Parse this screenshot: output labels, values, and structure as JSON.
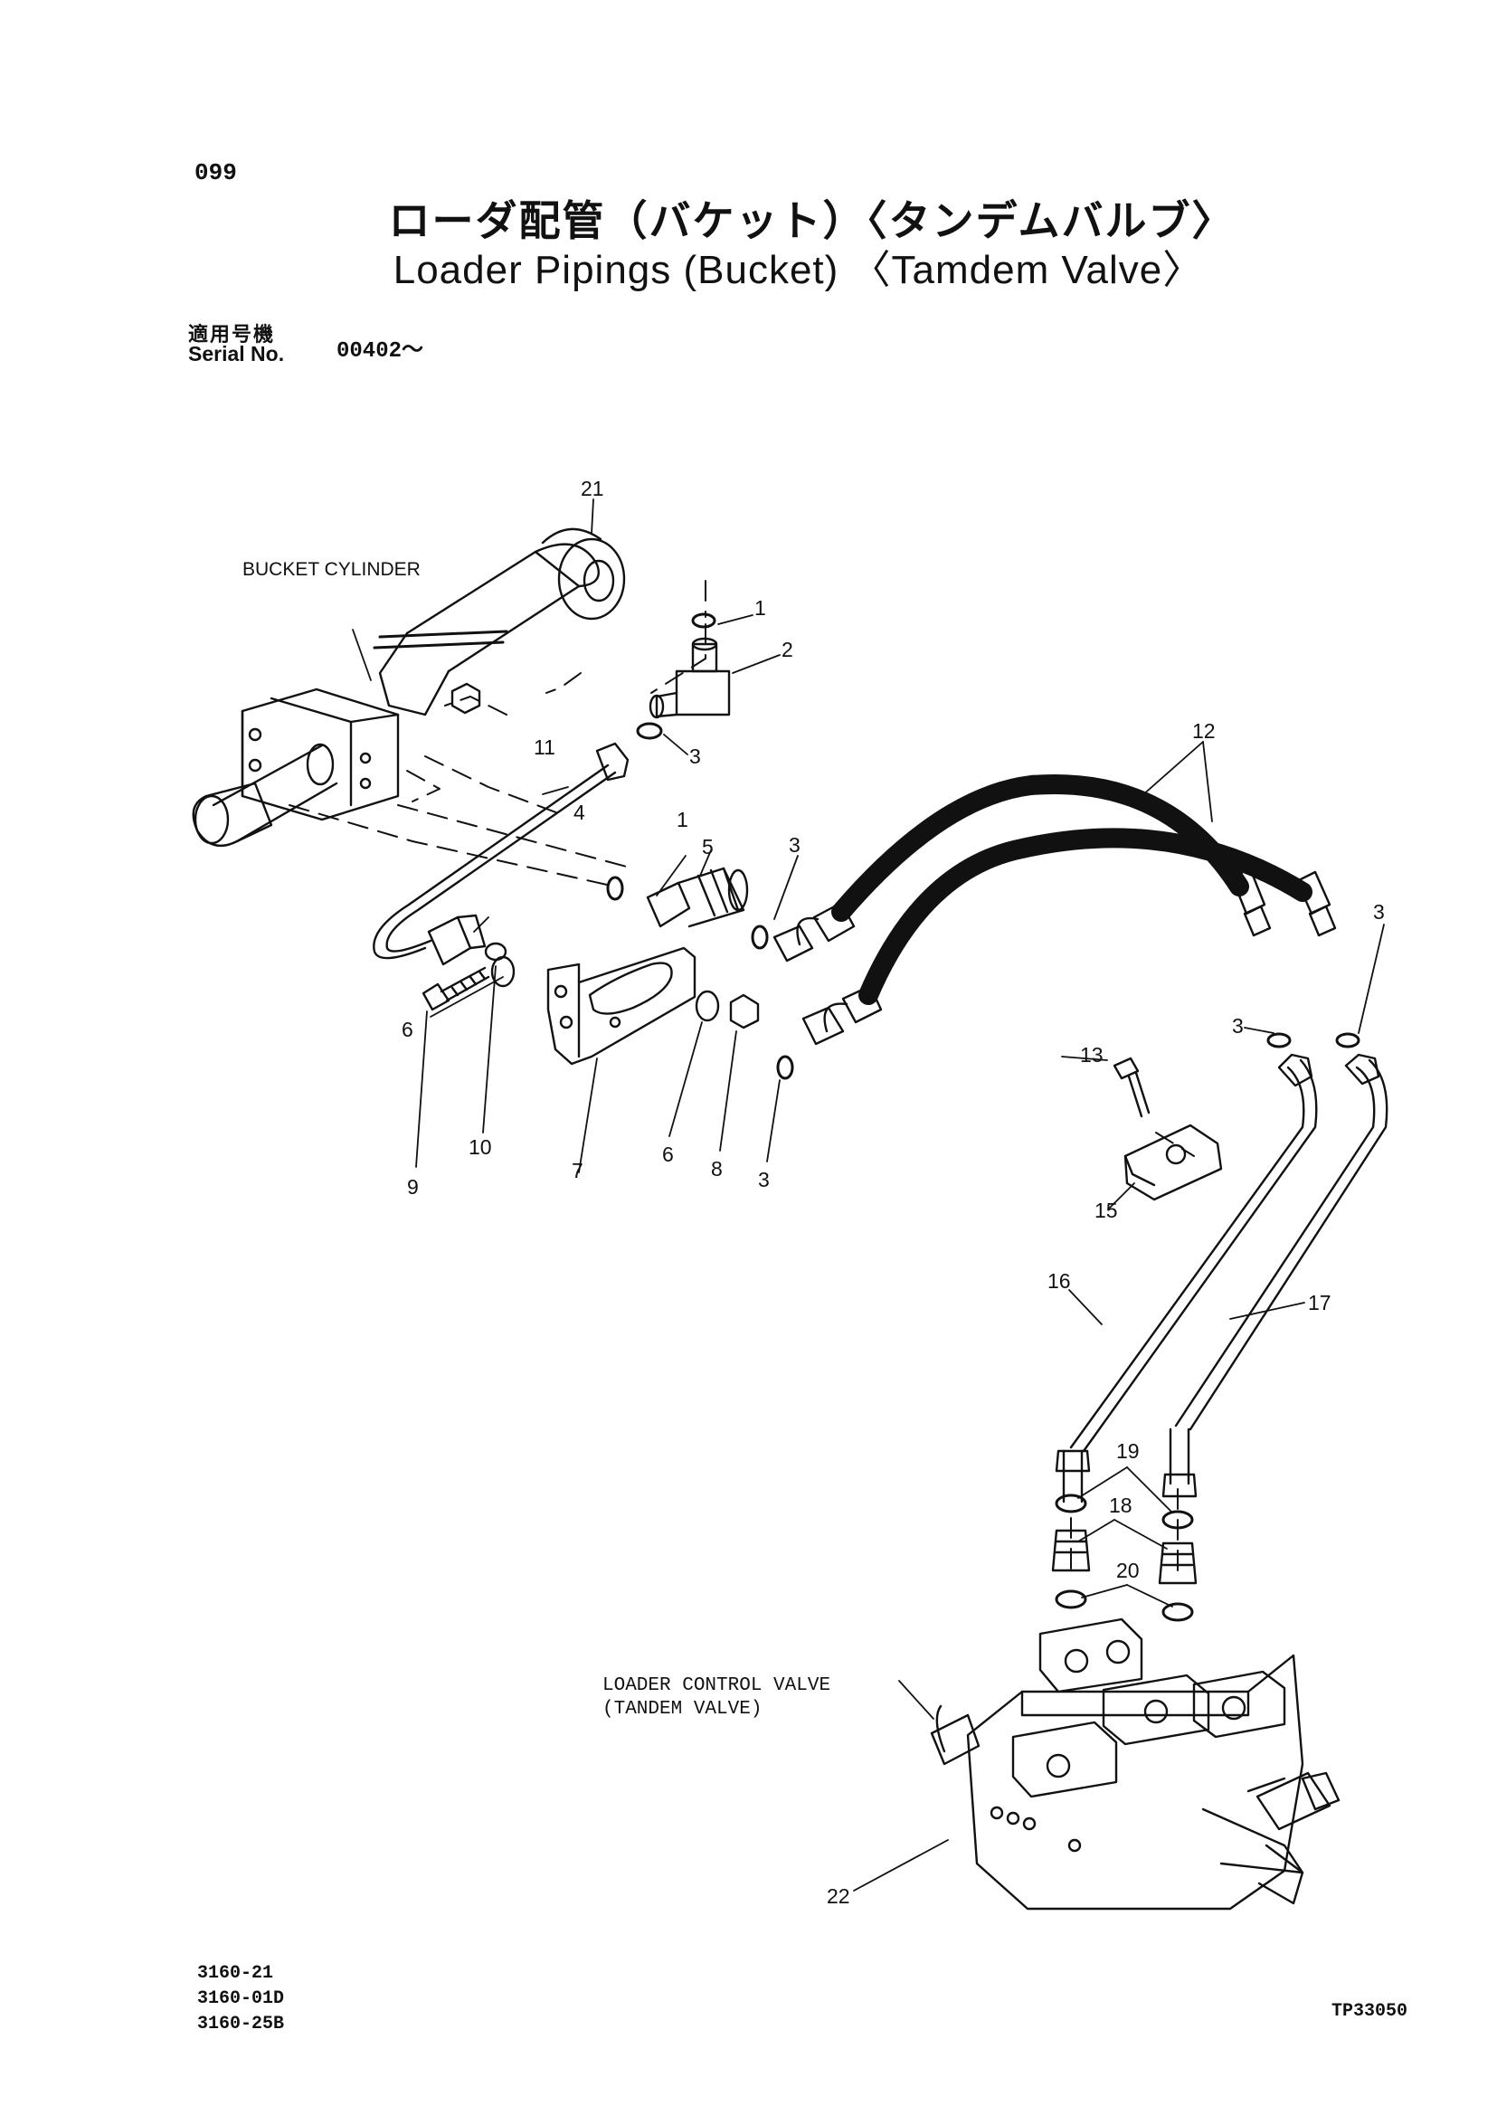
{
  "page_number": "099",
  "title_jp": "ローダ配管（バケット）〈タンデムバルブ〉",
  "title_en": "Loader Pipings (Bucket) 〈Tamdem Valve〉",
  "serial": {
    "label_jp": "適用号機",
    "label_en": "Serial No.",
    "value": "00402～"
  },
  "captions": {
    "bucket_cylinder": "BUCKET CYLINDER",
    "loader_valve_line1": "LOADER CONTROL VALVE",
    "loader_valve_line2": "(TANDEM VALVE)"
  },
  "callouts": [
    "1",
    "2",
    "3",
    "4",
    "5",
    "6",
    "7",
    "8",
    "9",
    "10",
    "11",
    "12",
    "13",
    "15",
    "16",
    "17",
    "18",
    "19",
    "20",
    "21",
    "22"
  ],
  "footer_codes": [
    "3160-21",
    "3160-01D",
    "3160-25B"
  ],
  "drawing_code": "TP33050"
}
